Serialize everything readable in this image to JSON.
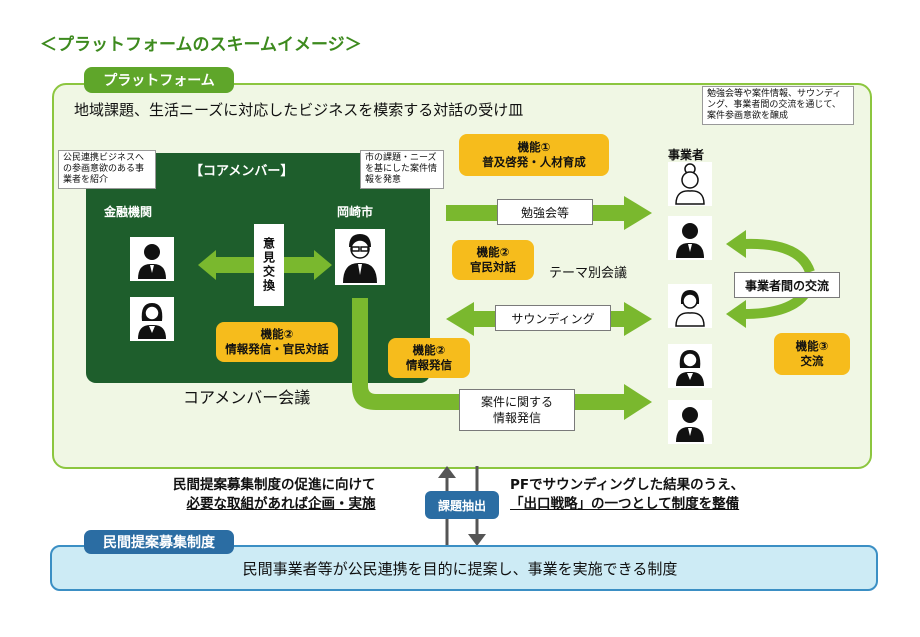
{
  "page_title": "＜プラットフォームのスキームイメージ＞",
  "platform": {
    "tab": "プラットフォーム",
    "description": "地域課題、生活ニーズに対応したビジネスを模索する対話の受け皿"
  },
  "core": {
    "title": "【コアメンバー】",
    "finance": "金融機関",
    "city": "岡崎市",
    "opinion": "意見交換",
    "meeting": "コアメンバー会議",
    "callout_finance": "公民連携ビジネスへの参画意欲のある事業者を紹介",
    "callout_city": "市の課題・ニーズを基にした案件情報を発意",
    "func2": {
      "title": "機能②",
      "body": "情報発信・官民対話"
    }
  },
  "functions": {
    "f1": {
      "title": "機能①",
      "body": "普及啓発・人材育成"
    },
    "f2_dialogue": {
      "title": "機能②",
      "body": "官民対話"
    },
    "f2_info": {
      "title": "機能②",
      "body": "情報発信"
    },
    "f3": {
      "title": "機能③",
      "body": "交流"
    }
  },
  "flows": {
    "study": "勉強会等",
    "theme": "テーマ別会議",
    "sounding": "サウンディング",
    "case_line1": "案件に関する",
    "case_line2": "情報発信"
  },
  "businesses": {
    "label": "事業者",
    "callout": "勉強会等や案件情報、サウンディング、事業者間の交流を通じて、案件参画意欲を醸成",
    "exchange": "事業者間の交流"
  },
  "bottom": {
    "left_line1": "民間提案募集制度の促進に向けて",
    "left_line2": "必要な取組があれば企画・実施",
    "extract": "課題抽出",
    "right_line1": "PFでサウンディングした結果のうえ、",
    "right_line2_quote": "「出口戦略」の一つとして制度を整備"
  },
  "system": {
    "tab": "民間提案募集制度",
    "description": "民間事業者等が公民連携を目的に提案し、事業を実施できる制度"
  },
  "colors": {
    "platform_border": "#8cc63f",
    "platform_fill": "#f0f7e4",
    "core_fill": "#1e5e2c",
    "arrow_green": "#7ab82e",
    "function_yellow": "#f6bc1c",
    "system_blue": "#2b6da3",
    "system_fill": "#cdebf5"
  }
}
